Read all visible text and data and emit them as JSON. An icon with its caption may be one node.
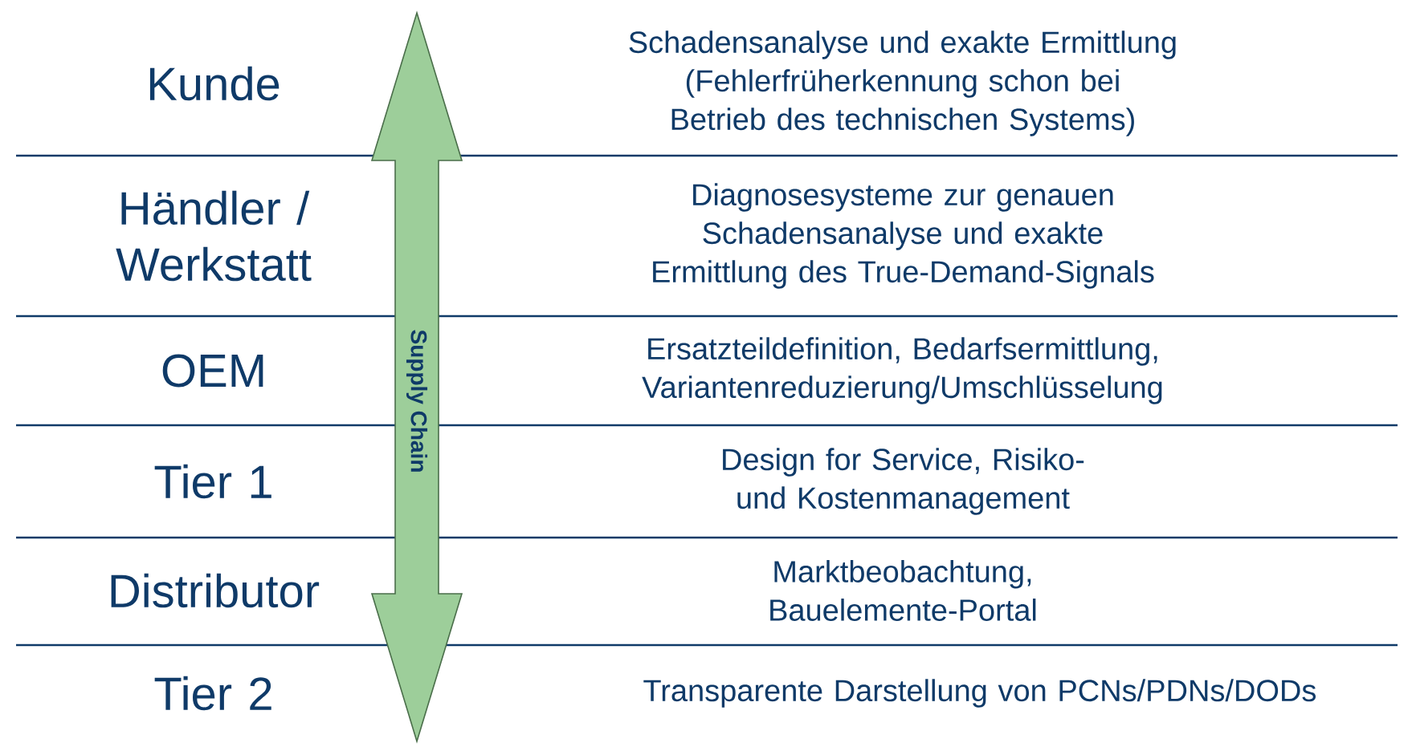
{
  "diagram": {
    "nodes": [
      {
        "text": [
          "Supply Chain"
        ]
      }
    ],
    "labels": [
      "Kunde",
      "Schadensanalyse und exakte Ermittlung (Fehlerfrüherkennung schon bei Betrieb des technischen Systems)",
      "Händler / Werkstatt",
      "Diagnosesysteme zur genauen Schadensanalyse und exakte Ermittlung des True-Demand-Signals",
      "OEM",
      "Ersatzteildefinition, Bedarfsermittlung, Variantenreduzierung/Umschlüsselung",
      "Tier 1",
      "Design for Service, Risiko- und Kostenmanagement",
      "Distributor",
      "Marktbeobachtung, Bauelemente-Portal",
      "Tier 2",
      "Transparente Darstellung von PCNs/PDNs/DODs"
    ]
  }
}
